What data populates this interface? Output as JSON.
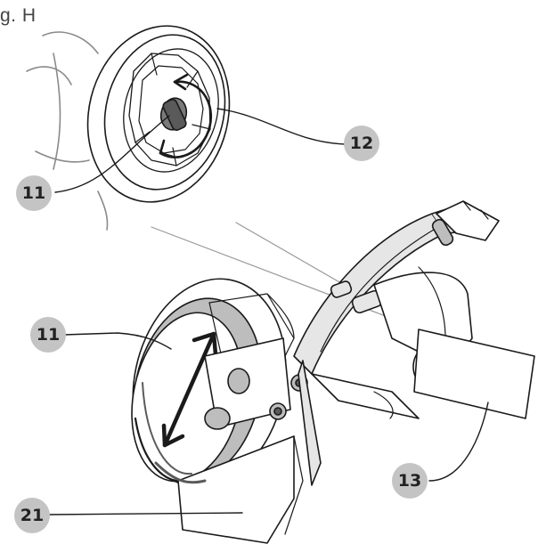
{
  "figure": {
    "title": "g. H",
    "callouts": [
      {
        "id": "c12a",
        "label": "12"
      },
      {
        "id": "c11a",
        "label": "11"
      },
      {
        "id": "c11b",
        "label": "11"
      },
      {
        "id": "c13",
        "label": "13"
      },
      {
        "id": "c21",
        "label": "21"
      }
    ]
  },
  "colors": {
    "line": "#1a1a1a",
    "callout_fill": "#c4c4c4",
    "callout_text": "#222222",
    "shade_light": "#e6e6e6",
    "shade_mid": "#bdbdbd",
    "shade_dark": "#7a7a7a"
  }
}
